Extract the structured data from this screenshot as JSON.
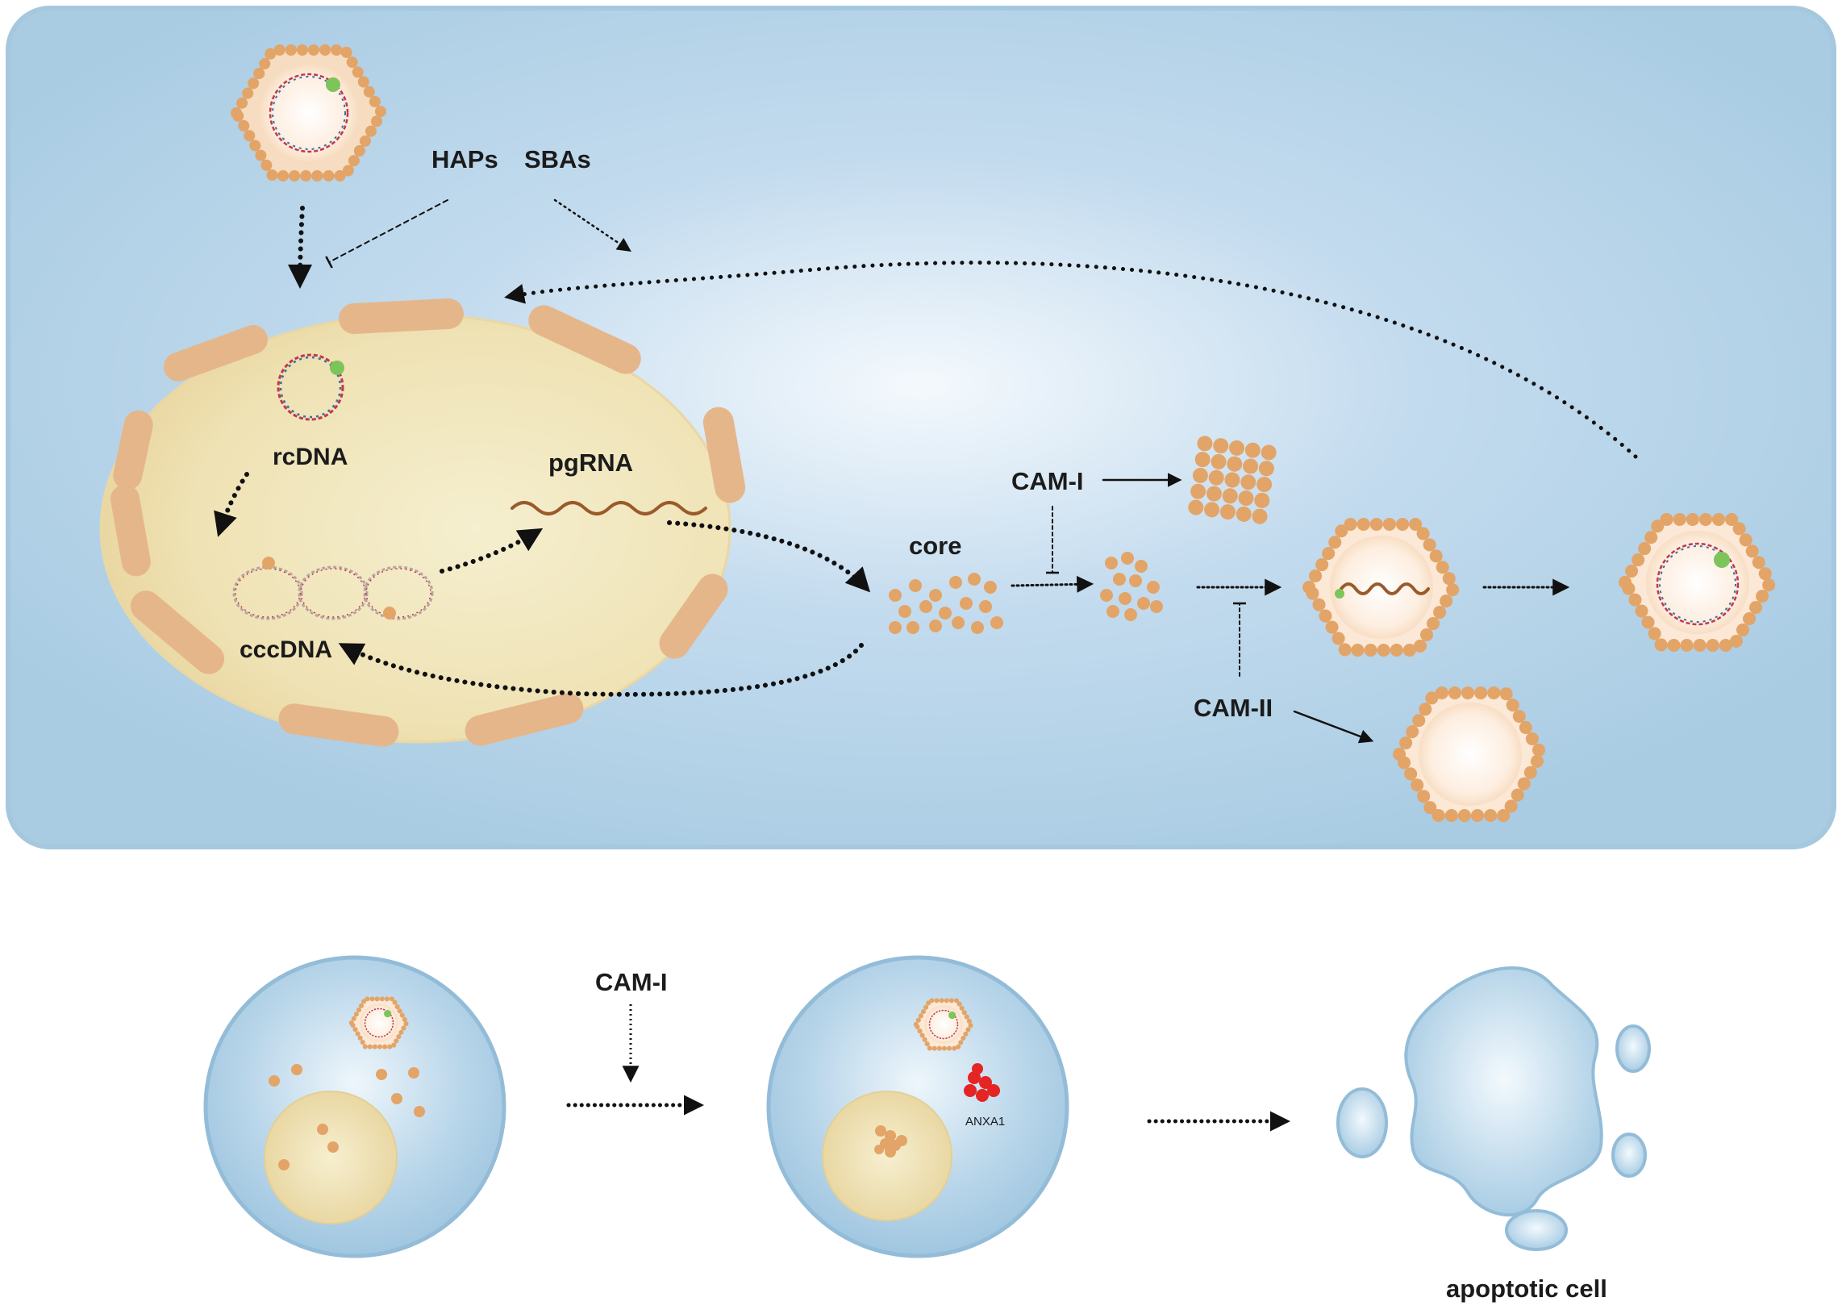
{
  "labels": {
    "haps": "HAPs",
    "sbas": "SBAs",
    "rcdna": "rcDNA",
    "pgrna": "pgRNA",
    "cccdna": "cccDNA",
    "core": "core",
    "cam_i_top": "CAM-I",
    "cam_ii": "CAM-II",
    "cam_i_bottom": "CAM-I",
    "anxa1": "ANXA1",
    "apoptotic_cell": "apoptotic cell"
  },
  "colors": {
    "panel_fill": "#a9cce3",
    "panel_border": "#9cc3d9",
    "nucleus_fill": "#f1e4b5",
    "membrane": "#e8b58a",
    "capsid_dot": "#e3a468",
    "capsid_inner": "#fdf1e2",
    "rna": "#9a5a2a",
    "dna_red": "#c0394b",
    "dna_blue": "#3a6ea8",
    "polymerase": "#7dc45a",
    "anxa1": "#e52424",
    "cell_fill": "#a6cbe3",
    "arrow": "#111111"
  }
}
